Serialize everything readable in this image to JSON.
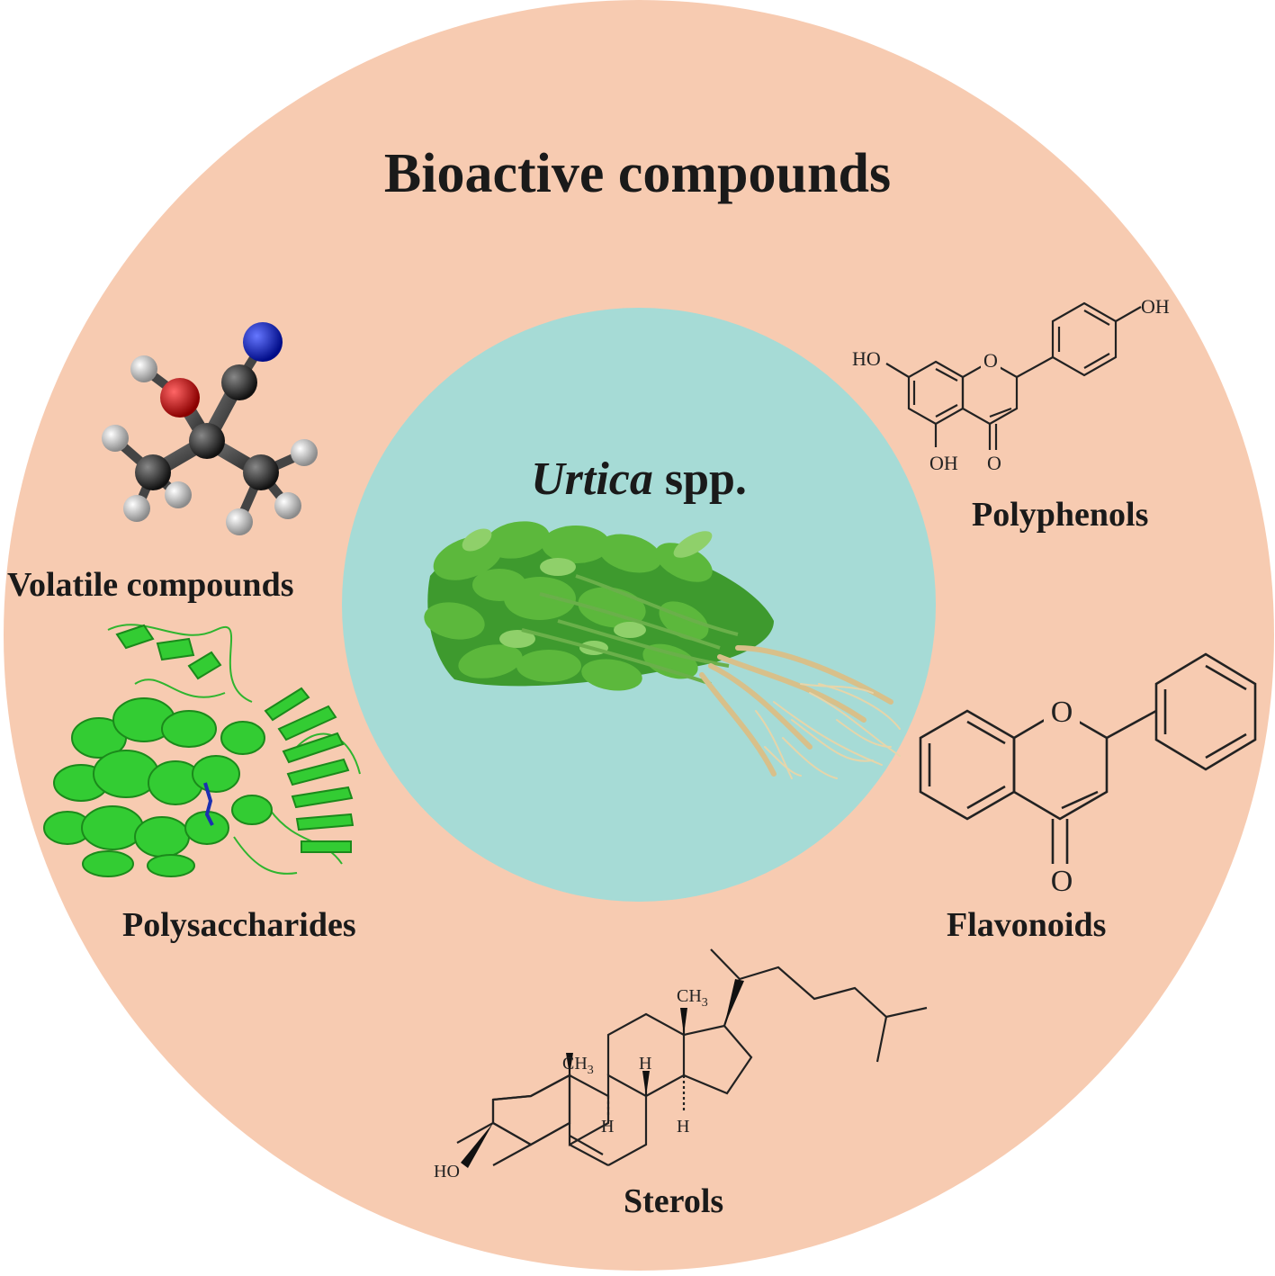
{
  "title": "Bioactive compounds",
  "center": {
    "genus": "Urtica",
    "suffix": " spp."
  },
  "categories": {
    "volatile": "Volatile compounds",
    "polyphenols": "Polyphenols",
    "polysaccharides": "Polysaccharides",
    "flavonoids": "Flavonoids",
    "sterols": "Sterols"
  },
  "atoms": {
    "ho": "HO",
    "oh": "OH",
    "o": "O",
    "h": "H",
    "ch3": "CH",
    "sub3": "3"
  },
  "colors": {
    "outer_ring": "#f7cbb1",
    "inner_circle": "#a6dbd6",
    "protein": "#33cc33",
    "oxygen_atom": "#cc1111",
    "nitrogen_atom": "#1122cc",
    "carbon_atom": "#333333",
    "hydrogen_atom": "#eeeeee"
  }
}
